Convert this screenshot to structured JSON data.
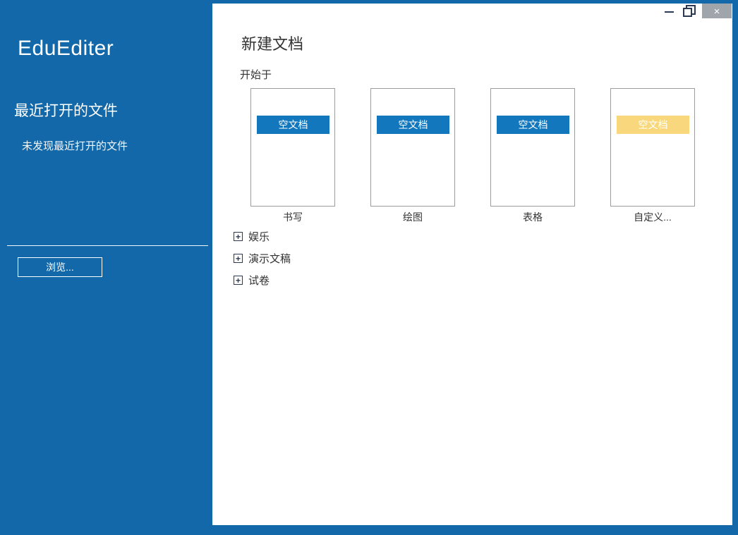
{
  "colors": {
    "frame_blue": "#1268A8",
    "badge_blue": "#1377BE",
    "badge_yellow": "#F9D87D",
    "close_button_gray": "#9FA5AB",
    "control_navy": "#2B3A52",
    "text_dark": "#333333",
    "card_border_gray": "#9C9C9C"
  },
  "window": {
    "close_glyph": "×"
  },
  "sidebar": {
    "app_title": "EduEditer",
    "recent_heading": "最近打开的文件",
    "recent_empty": "未发现最近打开的文件",
    "browse_label": "浏览..."
  },
  "main": {
    "title": "新建文档",
    "start_label": "开始于",
    "expand_glyph": "+",
    "templates": [
      {
        "badge_label": "空文档",
        "name": "书写",
        "badge_color": "#1377BE",
        "badge_text_color": "#FFFFFF"
      },
      {
        "badge_label": "空文档",
        "name": "绘图",
        "badge_color": "#1377BE",
        "badge_text_color": "#FFFFFF"
      },
      {
        "badge_label": "空文档",
        "name": "表格",
        "badge_color": "#1377BE",
        "badge_text_color": "#FFFFFF"
      },
      {
        "badge_label": "空文档",
        "name": "自定义...",
        "badge_color": "#F9D87D",
        "badge_text_color": "#FFFFFF"
      }
    ],
    "categories": [
      {
        "label": "娱乐"
      },
      {
        "label": "演示文稿"
      },
      {
        "label": "试卷"
      }
    ]
  }
}
